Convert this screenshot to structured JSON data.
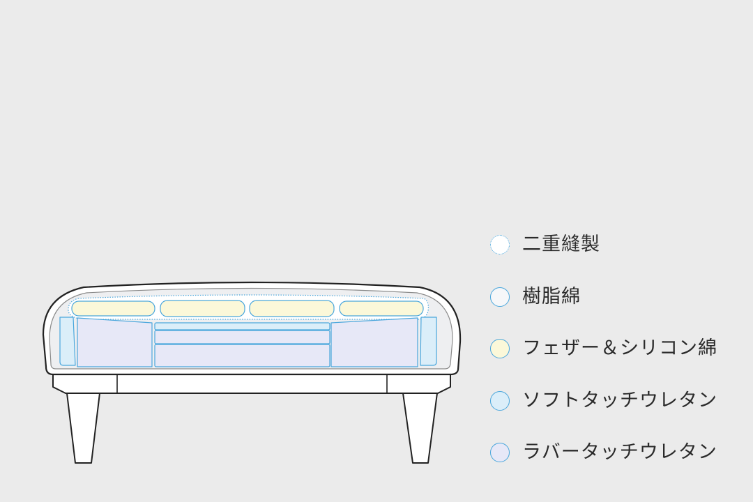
{
  "legend": [
    {
      "label": "二重縫製",
      "fill": "#ffffff",
      "border": "dotted",
      "icon": "double-stitch-swatch"
    },
    {
      "label": "樹脂綿",
      "fill": "#f6f7f9",
      "border": "solid",
      "icon": "resin-cotton-swatch"
    },
    {
      "label": "フェザー＆シリコン綿",
      "fill": "#fbf8d9",
      "border": "solid",
      "icon": "feather-silicone-swatch"
    },
    {
      "label": "ソフトタッチウレタン",
      "fill": "#dbeef9",
      "border": "solid",
      "icon": "soft-urethane-swatch"
    },
    {
      "label": "ラバータッチウレタン",
      "fill": "#e7e8f7",
      "border": "solid",
      "icon": "rubber-urethane-swatch"
    }
  ],
  "colors": {
    "background": "#ebebeb",
    "outline": "#222222",
    "stitch": "#49a6dc",
    "feather": "#fbf8d9",
    "soft_urethane": "#dbeef9",
    "rubber_urethane": "#e7e8f7",
    "resin_cotton": "#f6f7f9",
    "frame": "#ffffff"
  }
}
